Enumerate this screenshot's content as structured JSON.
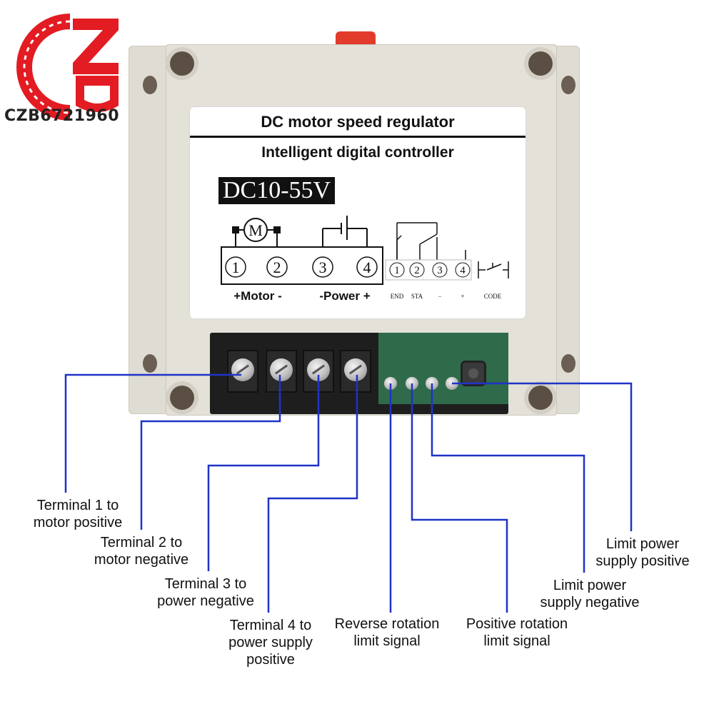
{
  "brand": {
    "text": "CZB6721960",
    "logo_icon": "czb-logo-icon",
    "colors": {
      "primary": "#e31b23",
      "dark": "#222222"
    }
  },
  "label": {
    "title": "DC motor speed regulator",
    "subtitle": "Intelligent digital controller",
    "voltage": "DC10-55V",
    "motor_symbol": "M",
    "main_terminals": [
      "1",
      "2",
      "3",
      "4"
    ],
    "motor_group_label": "+Motor -",
    "power_group_label": "-Power +",
    "signal_terminals": [
      "1",
      "2",
      "3",
      "4"
    ],
    "signal_labels": [
      "END",
      "STA",
      "−",
      "+"
    ],
    "code_label": "CODE"
  },
  "callouts": [
    {
      "id": "terminal-1",
      "text": "Terminal 1 to\nmotor positive"
    },
    {
      "id": "terminal-2",
      "text": "Terminal 2 to\nmotor negative"
    },
    {
      "id": "terminal-3",
      "text": "Terminal 3 to\npower negative"
    },
    {
      "id": "terminal-4",
      "text": "Terminal 4 to\npower supply\npositive"
    },
    {
      "id": "reverse-limit",
      "text": "Reverse rotation\nlimit signal"
    },
    {
      "id": "positive-limit",
      "text": "Positive rotation\nlimit signal"
    },
    {
      "id": "limit-negative",
      "text": "Limit power\nsupply negative"
    },
    {
      "id": "limit-positive",
      "text": "Limit power\nsupply positive"
    }
  ],
  "colors": {
    "leader_line": "#1f33c7",
    "enclosure": "#dfdcd3",
    "terminal_block": "#1e1e1e",
    "pcb": "#2f6b4a",
    "top_knob": "#e23b2c"
  }
}
